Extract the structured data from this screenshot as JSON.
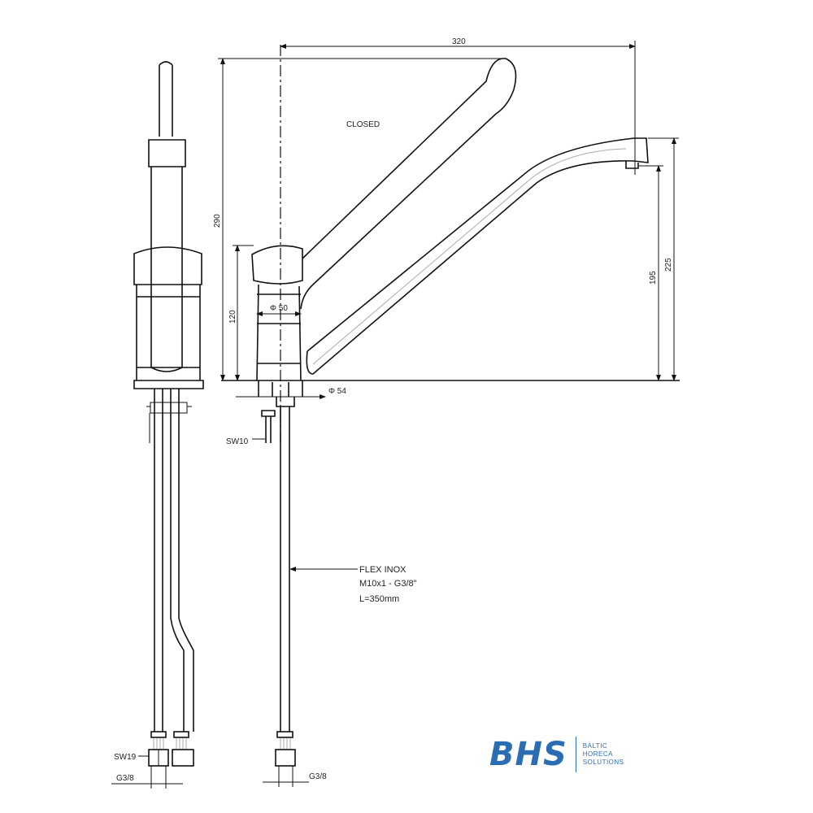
{
  "dimensions": {
    "width_total": "320",
    "height_total": "290",
    "body_height": "120",
    "body_diameter": "Φ 50",
    "base_diameter": "Φ 54",
    "spout_outlet_height": "195",
    "spout_top_height": "225",
    "nut_wrench": "SW10",
    "hose_wrench": "SW19",
    "hose_thread_left": "G3/8",
    "hose_thread_right": "G3/8"
  },
  "labels": {
    "lever_state": "CLOSED",
    "hose_line1": "FLEX INOX",
    "hose_line2": "M10x1 - G3/8\"",
    "hose_line3": "L=350mm"
  },
  "logo": {
    "mark": "BHS",
    "line1": "BALTIC",
    "line2": "HORECA",
    "line3": "SOLUTIONS",
    "color": "#2b6db3"
  }
}
